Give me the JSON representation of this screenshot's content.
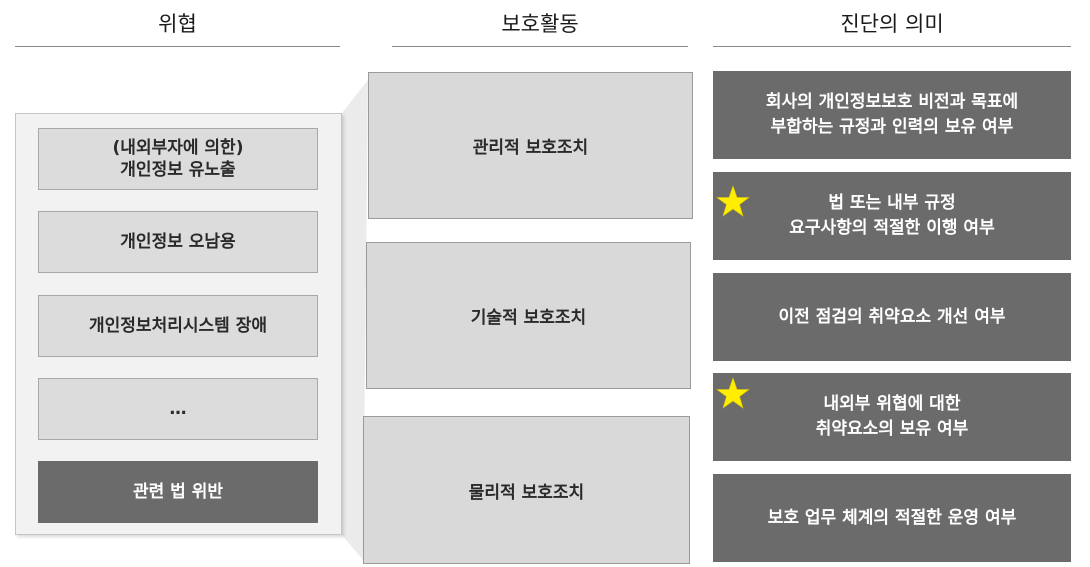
{
  "headers": {
    "threat": "위협",
    "protect": "보호활동",
    "meaning": "진단의 의미"
  },
  "threats": [
    "(내외부자에 의한)\n개인정보 유노출",
    "개인정보 오남용",
    "개인정보처리시스템 장애",
    "…",
    "관련 법 위반"
  ],
  "protections": [
    "관리적 보호조치",
    "기술적 보호조치",
    "물리적 보호조치"
  ],
  "meanings": [
    "회사의 개인정보보호 비전과 목표에\n부합하는 규정과 인력의 보유 여부",
    "법 또는 내부 규정\n요구사항의 적절한 이행 여부",
    "이전 점검의 취약요소 개선 여부",
    "내외부 위협에 대한\n취약요소의 보유 여부",
    "보호 업무 체계의 적절한 운영 여부"
  ],
  "colors": {
    "dark_box": "#6b6b6b",
    "light_box": "#d9d9d9",
    "star": "#ffee00",
    "connector": "#e6e6e6"
  }
}
